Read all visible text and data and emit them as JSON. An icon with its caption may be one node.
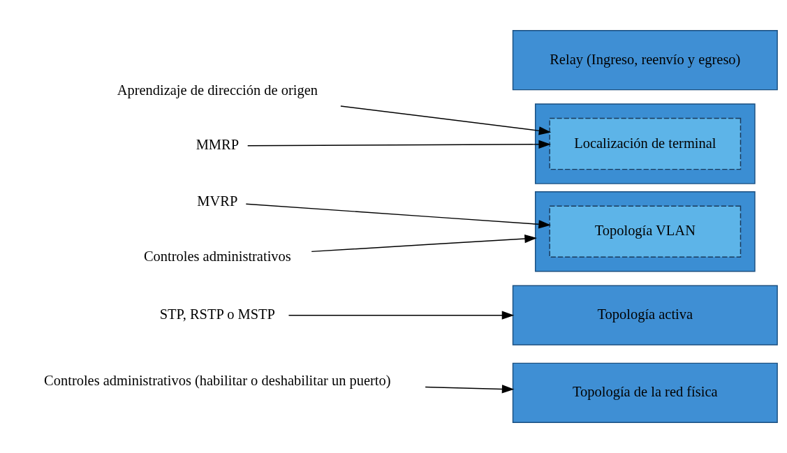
{
  "diagram": {
    "nodes": [
      {
        "text": [
          "Relay (Ingreso, reenvío y egreso)"
        ]
      },
      {
        "text": [
          "Aprendizaje de dirección de origen"
        ]
      },
      {
        "text": [],
        "shape": "box"
      },
      {
        "text": [
          "Localización de terminal"
        ],
        "in": 2
      },
      {
        "text": [
          "MMRP"
        ]
      },
      {
        "text": [
          "MVRP"
        ]
      },
      {
        "text": [],
        "shape": "box"
      },
      {
        "text": [
          "Topología VLAN"
        ],
        "in": 6
      },
      {
        "text": [
          "Controles administrativos"
        ]
      },
      {
        "text": [
          "STP, RSTP o MSTP"
        ]
      },
      {
        "text": [
          "Topología activa"
        ]
      },
      {
        "text": [
          "Controles administrativos (habilitar o deshabilitar un puerto)"
        ]
      },
      {
        "text": [
          "Topología de la red física"
        ]
      }
    ],
    "edges": [
      {
        "from": 1,
        "to": 3,
        "arrow": "to"
      },
      {
        "from": 4,
        "to": 3,
        "arrow": "to"
      },
      {
        "from": 5,
        "to": 7,
        "arrow": "to"
      },
      {
        "from": 8,
        "to": 6,
        "arrow": "to"
      },
      {
        "from": 9,
        "to": 10,
        "arrow": "to"
      },
      {
        "from": 11,
        "to": 12,
        "arrow": "to"
      }
    ]
  }
}
